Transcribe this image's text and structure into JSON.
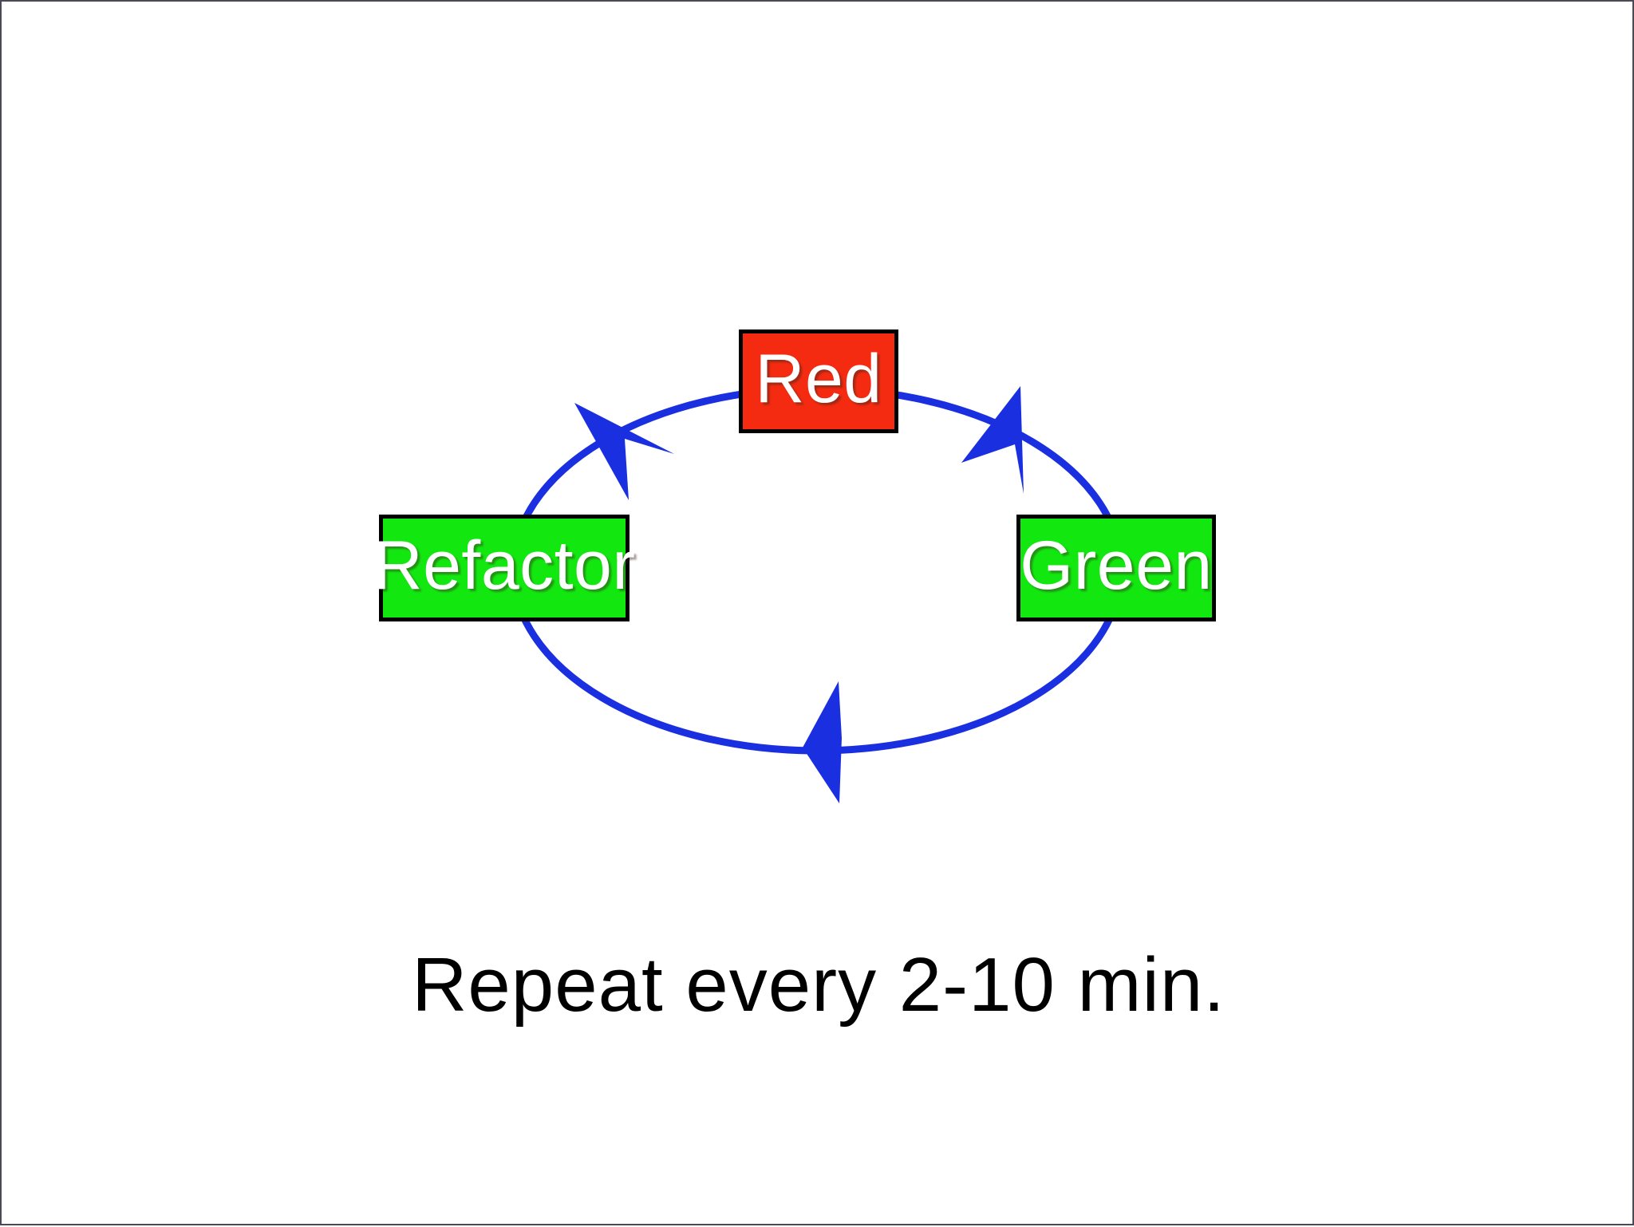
{
  "slide": {
    "background_color": "#FFFFFF",
    "border_color": "#4A4A52",
    "caption": "Repeat every 2-10 min."
  },
  "diagram": {
    "type": "cycle",
    "cycle_color": "#1A30E0",
    "nodes": [
      {
        "id": "red",
        "label": "Red",
        "fill_color": "#F42B10",
        "border_color": "#000000",
        "text_color": "#FFFFFF",
        "position": "top"
      },
      {
        "id": "green",
        "label": "Green",
        "fill_color": "#12E810",
        "border_color": "#000000",
        "text_color": "#FFFFFF",
        "position": "right"
      },
      {
        "id": "refactor",
        "label": "Refactor",
        "fill_color": "#12E810",
        "border_color": "#000000",
        "text_color": "#FFFFFF",
        "position": "left"
      }
    ],
    "arrows": [
      {
        "id": "arrow-to-red",
        "from": "refactor",
        "to": "red",
        "direction": "up-left",
        "color": "#1A30E0"
      },
      {
        "id": "arrow-to-green",
        "from": "red",
        "to": "green",
        "direction": "up-right",
        "color": "#1A30E0"
      },
      {
        "id": "arrow-to-refactor",
        "from": "green",
        "to": "refactor",
        "direction": "left",
        "color": "#1A30E0"
      }
    ]
  }
}
